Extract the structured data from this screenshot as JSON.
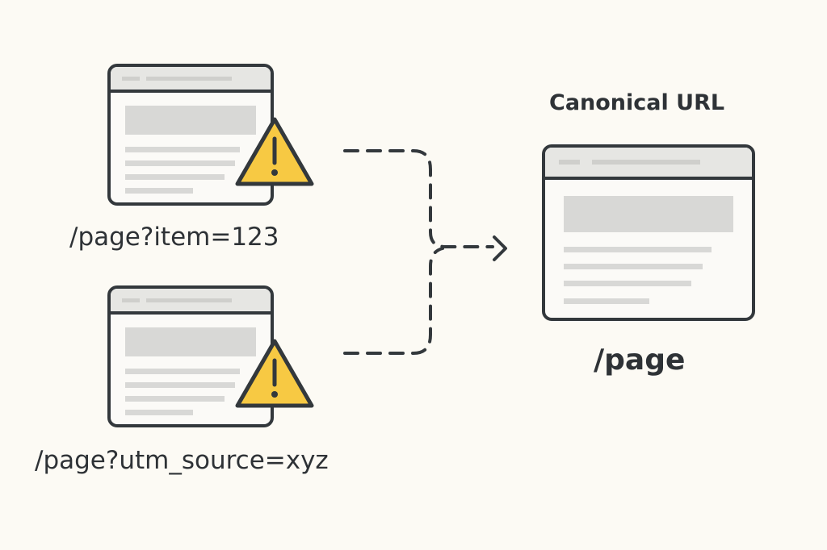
{
  "title": "Canonical URL",
  "sources": [
    {
      "label": "/page?item=123",
      "status_icon": "warning-icon"
    },
    {
      "label": "/page?utm_source=xyz",
      "status_icon": "warning-icon"
    }
  ],
  "target": {
    "label": "/page"
  },
  "colors": {
    "background": "#fcfaf4",
    "stroke": "#33383c",
    "warning": "#f7c943",
    "placeholder": "#d8d8d6",
    "titlebar": "#e6e6e3"
  }
}
